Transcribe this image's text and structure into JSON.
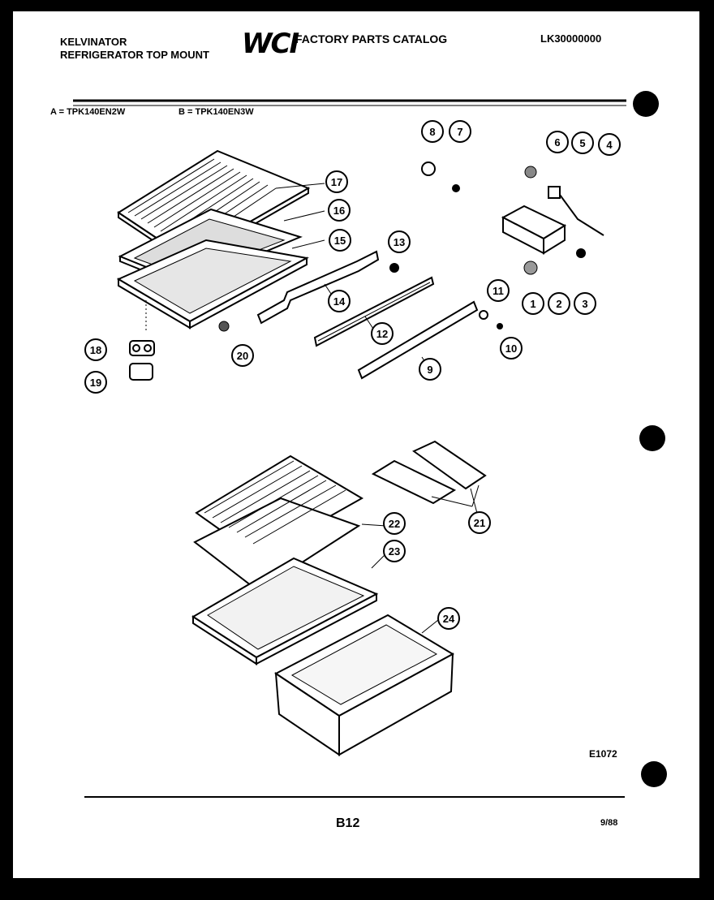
{
  "header": {
    "brand": "KELVINATOR",
    "product": "REFRIGERATOR TOP MOUNT",
    "logo": "WCI",
    "catalog": "FACTORY PARTS CATALOG",
    "catalog_number": "LK30000000"
  },
  "models": {
    "a": "A = TPK140EN2W",
    "b": "B = TPK140EN3W"
  },
  "callouts": [
    "1",
    "2",
    "3",
    "4",
    "5",
    "6",
    "7",
    "8",
    "9",
    "10",
    "11",
    "12",
    "13",
    "14",
    "15",
    "16",
    "17",
    "18",
    "19",
    "20",
    "21",
    "22",
    "23",
    "24"
  ],
  "footer": {
    "drawing_code": "E1072",
    "page": "B12",
    "date": "9/88"
  }
}
